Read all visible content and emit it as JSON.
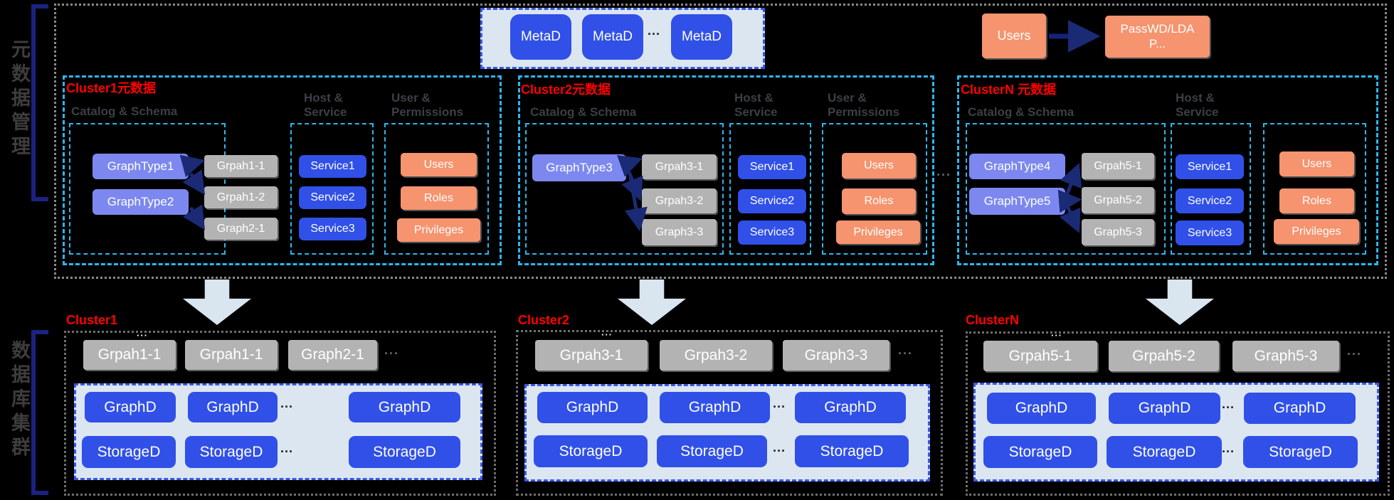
{
  "colors": {
    "accent_blue": "#3050e8",
    "periwinkle": "#7c88ef",
    "gray_box": "#b3b3b3",
    "orange": "#f5946f",
    "red_label": "#ff0000",
    "cyan_dash": "#2ab7f0",
    "panel_bg": "#dce6f1",
    "panel_border": "#3a57e8",
    "navy_arrow": "#1b2a75",
    "big_arrow": "#d9e5ef",
    "background": "#000000"
  },
  "rail": {
    "top": "元数据管理",
    "bottom": "数据库集群"
  },
  "meta_panel": {
    "boxes": [
      "MetaD",
      "MetaD",
      "MetaD"
    ],
    "ellipsis": "···"
  },
  "auth": {
    "users": "Users",
    "passwd_line1": "PassWD/LDA",
    "passwd_line2": "P..."
  },
  "meta_ellipsis": "···",
  "meta_clusters": [
    {
      "title": "Cluster1元数据",
      "catalog": "Catalog & Schema",
      "host1": "Host &",
      "host2": "Service",
      "user1": "User &",
      "user2": "Permissions",
      "types": [
        "GraphType1",
        "GraphType2"
      ],
      "graphs": [
        "Grpah1-1",
        "Grpah1-2",
        "Graph2-1"
      ],
      "services": [
        "Service1",
        "Service2",
        "Service3"
      ],
      "perms": [
        "Users",
        "Roles",
        "Privileges"
      ]
    },
    {
      "title": "Cluster2元数据",
      "catalog": "Catalog & Schema",
      "host1": "Host &",
      "host2": "Service",
      "user1": "User &",
      "user2": "Permissions",
      "types": [
        "GraphType3"
      ],
      "graphs": [
        "Grpah3-1",
        "Grpah3-2",
        "Graph3-3"
      ],
      "services": [
        "Service1",
        "Service2",
        "Service3"
      ],
      "perms": [
        "Users",
        "Roles",
        "Privileges"
      ]
    },
    {
      "title": "ClusterN 元数据",
      "catalog": "Catalog & Schema",
      "host1": "Host &",
      "host2": "Service",
      "types": [
        "GraphType4",
        "GraphType5"
      ],
      "graphs": [
        "Grpah5-1",
        "Grpah5-2",
        "Graph5-3"
      ],
      "services": [
        "Service1",
        "Service2",
        "Service3"
      ],
      "perms": [
        "Users",
        "Roles",
        "Privileges"
      ]
    }
  ],
  "db_clusters": [
    {
      "title": "Cluster1",
      "top_ellipsis": "···",
      "graphs": [
        "Grpah1-1",
        "Grpah1-1",
        "Graph2-1"
      ],
      "graphs_ellipsis": "···",
      "graphd": [
        "GraphD",
        "GraphD",
        "GraphD"
      ],
      "graphd_ellipsis": "···",
      "storaged": [
        "StorageD",
        "StorageD",
        "StorageD"
      ],
      "storaged_ellipsis": "···"
    },
    {
      "title": "Cluster2",
      "top_ellipsis": "···",
      "graphs": [
        "Grpah3-1",
        "Grpah3-2",
        "Graph3-3"
      ],
      "graphs_ellipsis": "···",
      "graphd": [
        "GraphD",
        "GraphD",
        "GraphD"
      ],
      "graphd_ellipsis": "···",
      "storaged": [
        "StorageD",
        "StorageD",
        "StorageD"
      ],
      "storaged_ellipsis": "···"
    },
    {
      "title": "ClusterN",
      "top_ellipsis": "···",
      "graphs": [
        "Grpah5-1",
        "Grpah5-2",
        "Graph5-3"
      ],
      "graphs_ellipsis": "···",
      "graphd": [
        "GraphD",
        "GraphD",
        "GraphD"
      ],
      "graphd_ellipsis": "···",
      "storaged": [
        "StorageD",
        "StorageD",
        "StorageD"
      ],
      "storaged_ellipsis": "···"
    }
  ]
}
